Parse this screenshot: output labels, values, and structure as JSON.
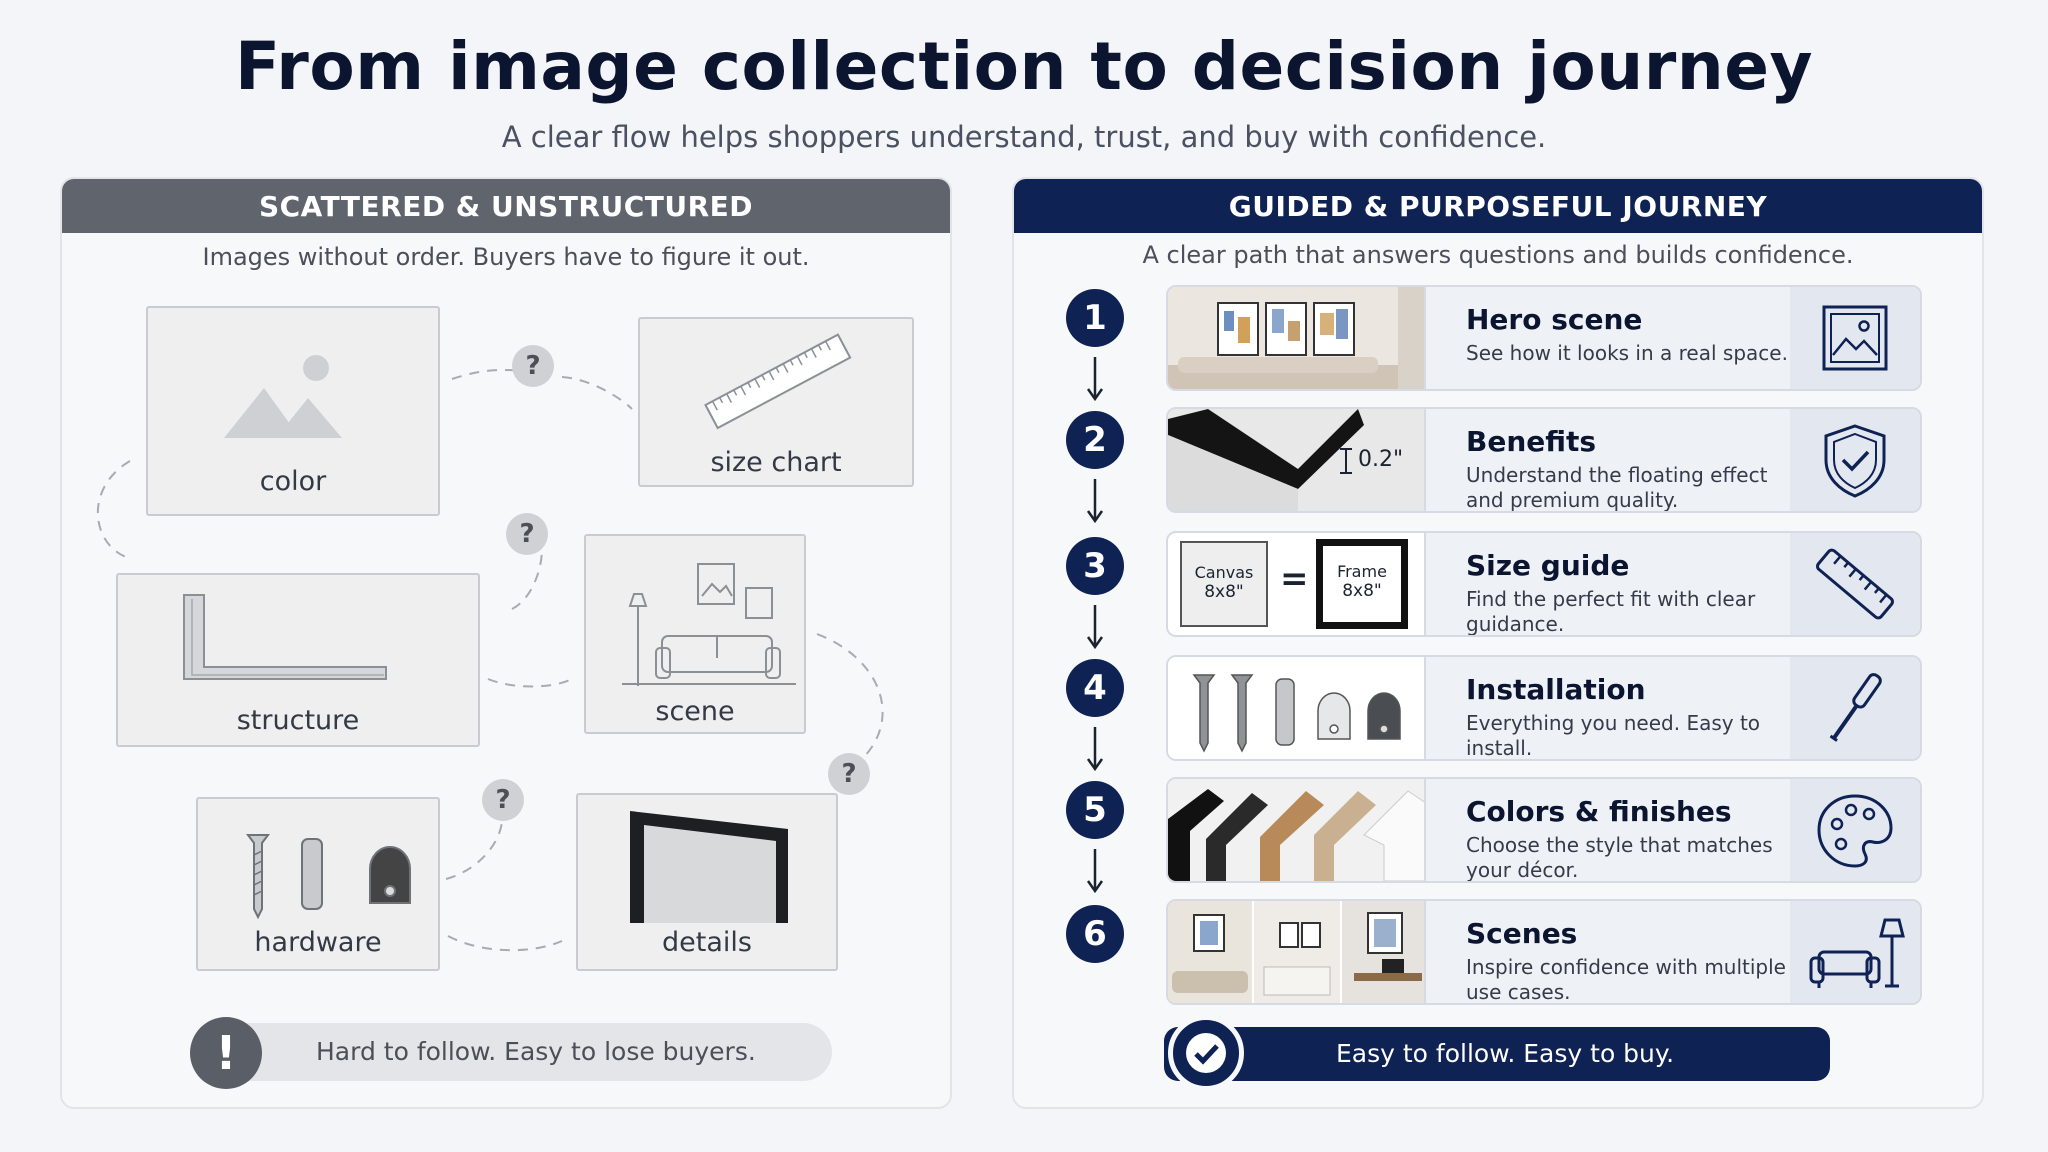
{
  "header": {
    "title": "From image collection to decision journey",
    "subtitle": "A clear flow helps shoppers understand, trust, and buy with confidence."
  },
  "left_panel": {
    "title": "SCATTERED & UNSTRUCTURED",
    "description": "Images without order. Buyers have to figure it out.",
    "cards": {
      "color": "color",
      "size_chart": "size chart",
      "structure": "structure",
      "scene": "scene",
      "hardware": "hardware",
      "details": "details"
    },
    "question_mark": "?",
    "warning_symbol": "!",
    "footer": "Hard to follow. Easy to lose buyers."
  },
  "right_panel": {
    "title": "GUIDED & PURPOSEFUL JOURNEY",
    "description": "A clear path that answers questions and builds confidence.",
    "steps": [
      {
        "number": "1",
        "title": "Hero scene",
        "desc": "See how it looks in a real space.",
        "icon": "picture-icon"
      },
      {
        "number": "2",
        "title": "Benefits",
        "desc": "Understand the floating effect and premium quality.",
        "icon": "shield-check-icon",
        "measure": "0.2\""
      },
      {
        "number": "3",
        "title": "Size guide",
        "desc": "Find the perfect fit with clear guidance.",
        "icon": "ruler-icon",
        "canvas_label": "Canvas",
        "canvas_size": "8x8\"",
        "equals": "=",
        "frame_label": "Frame",
        "frame_size": "8x8\""
      },
      {
        "number": "4",
        "title": "Installation",
        "desc": "Everything you need. Easy to install.",
        "icon": "screwdriver-icon"
      },
      {
        "number": "5",
        "title": "Colors & finishes",
        "desc": "Choose the style that matches your décor.",
        "icon": "palette-icon"
      },
      {
        "number": "6",
        "title": "Scenes",
        "desc": "Inspire confidence with multiple use cases.",
        "icon": "sofa-lamp-icon"
      }
    ],
    "footer": "Easy to follow. Easy to buy."
  },
  "colors": {
    "navy": "#0f2254",
    "gray_header": "#5f646d",
    "background": "#f4f5f8"
  }
}
